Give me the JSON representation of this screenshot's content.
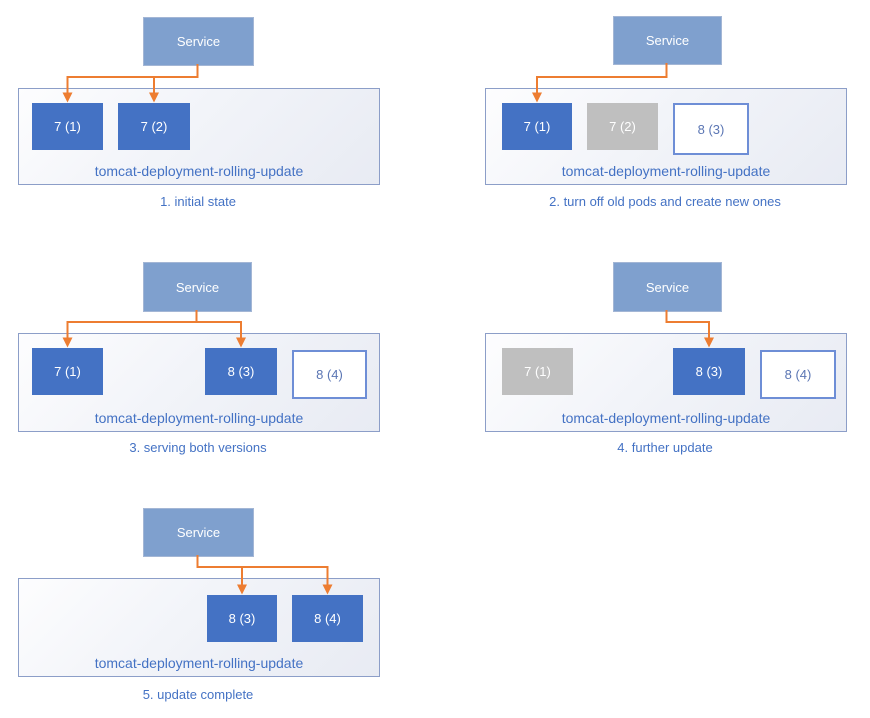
{
  "colors": {
    "pod_active": "#4472C4",
    "pod_terminated": "#BFBFBF",
    "pod_new_border": "#6E8ED6",
    "service_fill": "#7FA0CE",
    "connector": "#ED7D31",
    "label_text": "#4472C4"
  },
  "diagrams": [
    {
      "caption": "1. initial state",
      "service_label": "Service",
      "deployment_label": "tomcat-deployment-rolling-update",
      "pods": [
        {
          "label": "7 (1)",
          "state": "active"
        },
        {
          "label": "7 (2)",
          "state": "active"
        }
      ],
      "service_routes_to": [
        "7 (1)",
        "7 (2)"
      ]
    },
    {
      "caption": "2. turn off old pods and create new ones",
      "service_label": "Service",
      "deployment_label": "tomcat-deployment-rolling-update",
      "pods": [
        {
          "label": "7 (1)",
          "state": "active"
        },
        {
          "label": "7 (2)",
          "state": "terminated"
        },
        {
          "label": "8 (3)",
          "state": "new"
        }
      ],
      "service_routes_to": [
        "7 (1)"
      ]
    },
    {
      "caption": "3. serving both versions",
      "service_label": "Service",
      "deployment_label": "tomcat-deployment-rolling-update",
      "pods": [
        {
          "label": "7 (1)",
          "state": "active"
        },
        {
          "label": "8 (3)",
          "state": "active"
        },
        {
          "label": "8 (4)",
          "state": "new"
        }
      ],
      "service_routes_to": [
        "7 (1)",
        "8 (3)"
      ]
    },
    {
      "caption": "4. further update",
      "service_label": "Service",
      "deployment_label": "tomcat-deployment-rolling-update",
      "pods": [
        {
          "label": "7 (1)",
          "state": "terminated"
        },
        {
          "label": "8 (3)",
          "state": "active"
        },
        {
          "label": "8 (4)",
          "state": "new"
        }
      ],
      "service_routes_to": [
        "8 (3)"
      ]
    },
    {
      "caption": "5. update complete",
      "service_label": "Service",
      "deployment_label": "tomcat-deployment-rolling-update",
      "pods": [
        {
          "label": "8 (3)",
          "state": "active"
        },
        {
          "label": "8 (4)",
          "state": "active"
        }
      ],
      "service_routes_to": [
        "8 (3)",
        "8 (4)"
      ]
    }
  ]
}
